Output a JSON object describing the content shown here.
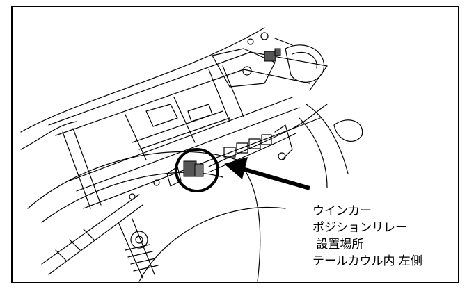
{
  "caption": {
    "line1": "ウインカー",
    "line2": "ポジションリレー",
    "line3": " 設置場所",
    "line4": "テールカウル内 左側"
  },
  "colors": {
    "line": "#000000",
    "background": "#ffffff",
    "relay": "#555555"
  },
  "icons": [
    "arrow-icon",
    "highlight-circle"
  ]
}
